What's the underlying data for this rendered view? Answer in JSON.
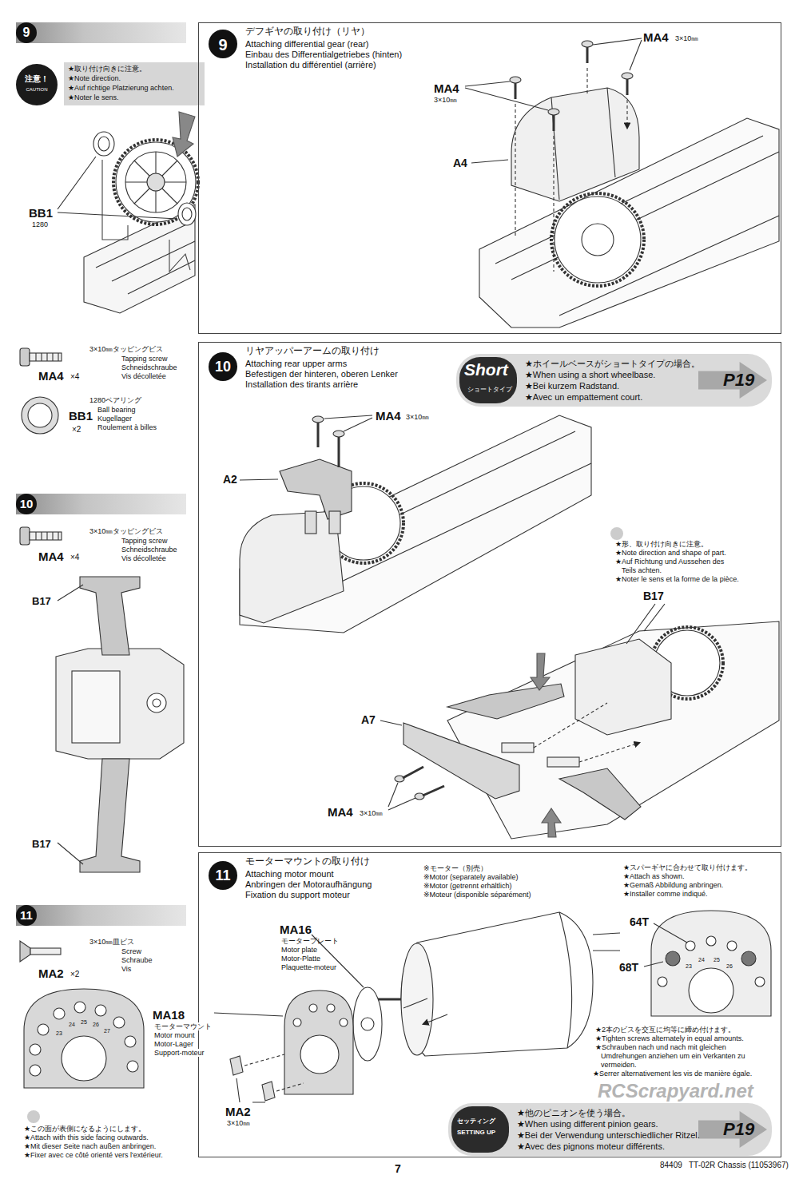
{
  "diagram": {
    "nodes": [
      {
        "text": [
          "9"
        ]
      },
      {
        "text": [
          "注意！",
          "CAUTION"
        ]
      },
      {
        "text": [
          "★取り付け向きに注意。",
          "★Note direction.",
          "★Auf richtige Platzierung achten.",
          "★Noter le sens."
        ]
      },
      {
        "text": [
          "10"
        ]
      },
      {
        "text": [
          "11"
        ]
      },
      {
        "text": [
          "デフギヤの取り付け（リヤ）",
          "Attaching differential gear (rear)",
          "Einbau des Differentialgetriebes (hinten)",
          "Installation du différentiel (arrière)"
        ]
      },
      {
        "text": [
          "9"
        ],
        "in": 5
      },
      {
        "text": [
          "リヤアッパーアームの取り付け",
          "Attaching rear upper arms",
          "Befestigen der hinteren, oberen Lenker",
          "Installation des tirants arrière"
        ]
      },
      {
        "text": [
          "10"
        ],
        "in": 7
      },
      {
        "text": [
          "Short",
          "ショートタイプ",
          "★ホイールベースがショートタイプの場合。",
          "★When using a short wheelbase.",
          "★Bei kurzem Radstand.",
          "★Avec un empattement court.",
          "P19"
        ],
        "in": 7
      },
      {
        "text": [
          "モーターマウントの取り付け",
          "Attaching motor mount",
          "Anbringen der Motoraufhängung",
          "Fixation du support moteur"
        ]
      },
      {
        "text": [
          "11"
        ],
        "in": 10
      },
      {
        "text": [
          "セッティング",
          "SETTING UP",
          "★他のピニオンを使う場合。",
          "★When using different pinion gears.",
          "★Bei der Verwendung unterschiedlicher Ritzel.",
          "★Avec des pignons moteur différents.",
          "P19"
        ],
        "in": 10
      }
    ],
    "labels": [
      "BB1",
      "1280",
      "3×10㎜タッピングビス",
      "Tapping screw",
      "Schneidschraube",
      "Vis décolletée",
      "MA4",
      "×4",
      "1280ベアリング",
      "Ball bearing",
      "Kugellager",
      "Roulement à billes",
      "BB1",
      "×2",
      "3×10㎜タッピングビス",
      "Tapping screw",
      "Schneidschraube",
      "Vis décolletée",
      "MA4",
      "×4",
      "B17",
      "B17",
      "3×10㎜皿ビス",
      "Screw",
      "Schraube",
      "Vis",
      "MA2",
      "×2",
      "23",
      "24",
      "25",
      "26",
      "27",
      "★この面が表側になるようにします。",
      "★Attach with this side facing outwards.",
      "★Mit dieser Seite nach außen anbringen.",
      "★Fixer avec ce côté orienté vers l'extérieur.",
      "MA4",
      "3×10㎜",
      "MA4",
      "3×10㎜",
      "A4",
      "MA4",
      "3×10㎜",
      "A2",
      "★形、取り付け向きに注意。",
      "★Note direction and shape of part.",
      "★Auf Richtung und Aussehen des",
      "Teils achten.",
      "★Noter le sens et la forme de la pièce.",
      "B17",
      "A7",
      "MA4",
      "3×10㎜",
      "MA16",
      "モータープレート",
      "Motor plate",
      "Motor-Platte",
      "Plaquette-moteur",
      "※モーター（別売）",
      "※Motor (separately available)",
      "※Motor (getrennt erhältlich)",
      "※Moteur (disponible séparément)",
      "MA18",
      "モーターマウント",
      "Motor mount",
      "Motor-Lager",
      "Support-moteur",
      "MA2",
      "3×10㎜",
      "★スパーギヤに合わせて取り付けます。",
      "★Attach as shown.",
      "★Gemäß Abbildung anbringen.",
      "★Installer comme indiqué.",
      "64T",
      "68T",
      "★2本のビスを交互に均等に締め付けます。",
      "★Tighten screws alternately in equal amounts.",
      "★Schrauben nach und nach mit gleichen",
      "Umdrehungen anziehen um ein Verkanten zu",
      "vermeiden.",
      "★Serrer alternativement les vis de manière égale.",
      "23",
      "24",
      "25",
      "26",
      "7",
      "84409",
      "TT-02R Chassis (11053967)",
      "RCScrapyard.net"
    ]
  }
}
